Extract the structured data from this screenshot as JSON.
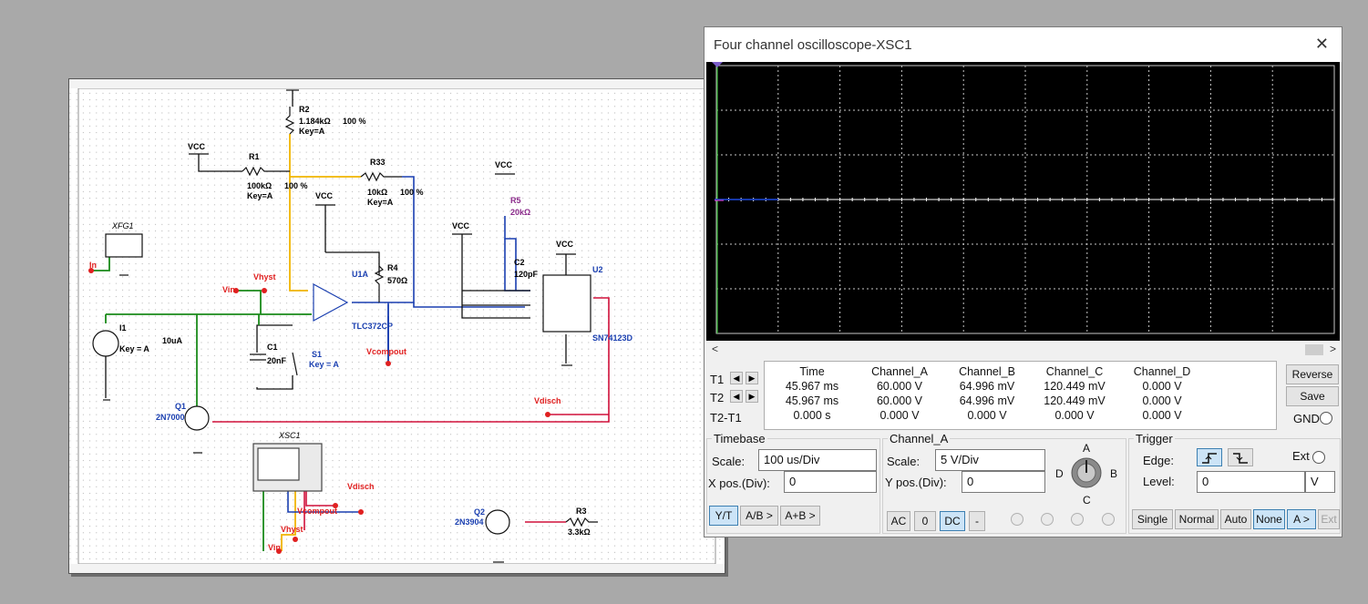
{
  "schematic": {
    "labels": {
      "r2": "R2",
      "r2_val": "1.184kΩ",
      "r2_pct": "100 %",
      "r2_key": "Key=A",
      "vcc1": "VCC",
      "r1": "R1",
      "r1_val": "100kΩ",
      "r1_key": "Key=A",
      "r1_pct": "100 %",
      "r33": "R33",
      "r33_val": "10kΩ",
      "r33_pct": "100 %",
      "r33_key": "Key=A",
      "vcc2": "VCC",
      "xfg1": "XFG1",
      "in": "In",
      "vhyst": "Vhyst",
      "u1a": "U1A",
      "r4": "R4",
      "r4_val": "570Ω",
      "vin": "Vin",
      "i1": "I1",
      "i1_val": "10uA",
      "i1_key": "Key = A",
      "tlc": "TLC372CP",
      "c1": "C1",
      "c1_val": "20nF",
      "s1": "S1",
      "s1_key": "Key = A",
      "vcompout": "Vcompout",
      "q1": "Q1",
      "q1_model": "2N7000",
      "vcc3": "VCC",
      "r5": "R5",
      "r5_val": "20kΩ",
      "vcc4": "VCC",
      "c2": "C2",
      "c2_val": "120pF",
      "vcc5": "VCC",
      "u2": "U2",
      "sn": "SN74123D",
      "vdisch": "Vdisch",
      "xsc1": "XSC1",
      "vdisch2": "Vdisch",
      "vcompout2": "Vcompout",
      "vhyst2": "Vhyst",
      "vin2": "Vin",
      "q2": "Q2",
      "q2_model": "2N3904",
      "r3": "R3",
      "r3_val": "3.3kΩ"
    }
  },
  "osc": {
    "title": "Four channel oscilloscope-XSC1",
    "readout": {
      "headers": [
        "Time",
        "Channel_A",
        "Channel_B",
        "Channel_C",
        "Channel_D"
      ],
      "rows": [
        {
          "label": "T1",
          "values": [
            "45.967 ms",
            "60.000 V",
            "64.996 mV",
            "120.449 mV",
            "0.000 V"
          ]
        },
        {
          "label": "T2",
          "values": [
            "45.967 ms",
            "60.000 V",
            "64.996 mV",
            "120.449 mV",
            "0.000 V"
          ]
        },
        {
          "label": "T2-T1",
          "values": [
            "0.000 s",
            "0.000 V",
            "0.000 V",
            "0.000 V",
            "0.000 V"
          ]
        }
      ]
    },
    "buttons": {
      "reverse": "Reverse",
      "save": "Save",
      "gnd": "GND"
    },
    "timebase": {
      "title": "Timebase",
      "scale_label": "Scale:",
      "scale": "100 us/Div",
      "xpos_label": "X pos.(Div):",
      "xpos": "0",
      "yt": "Y/T",
      "ab": "A/B >",
      "apb": "A+B >"
    },
    "channel": {
      "title": "Channel_A",
      "scale_label": "Scale:",
      "scale": "5  V/Div",
      "ypos_label": "Y pos.(Div):",
      "ypos": "0",
      "ac": "AC",
      "zero": "0",
      "dc": "DC",
      "minus": "-",
      "knob": {
        "a": "A",
        "b": "B",
        "c": "C",
        "d": "D"
      }
    },
    "trigger": {
      "title": "Trigger",
      "edge_label": "Edge:",
      "ext": "Ext",
      "level_label": "Level:",
      "level": "0",
      "unit": "V",
      "single": "Single",
      "normal": "Normal",
      "auto": "Auto",
      "none": "None",
      "a": "A >",
      "ext_btn": "Ext"
    },
    "colors": {
      "screen": "#000000",
      "trace_a": "#1a40c0",
      "grid": "#c8c8c8"
    }
  }
}
